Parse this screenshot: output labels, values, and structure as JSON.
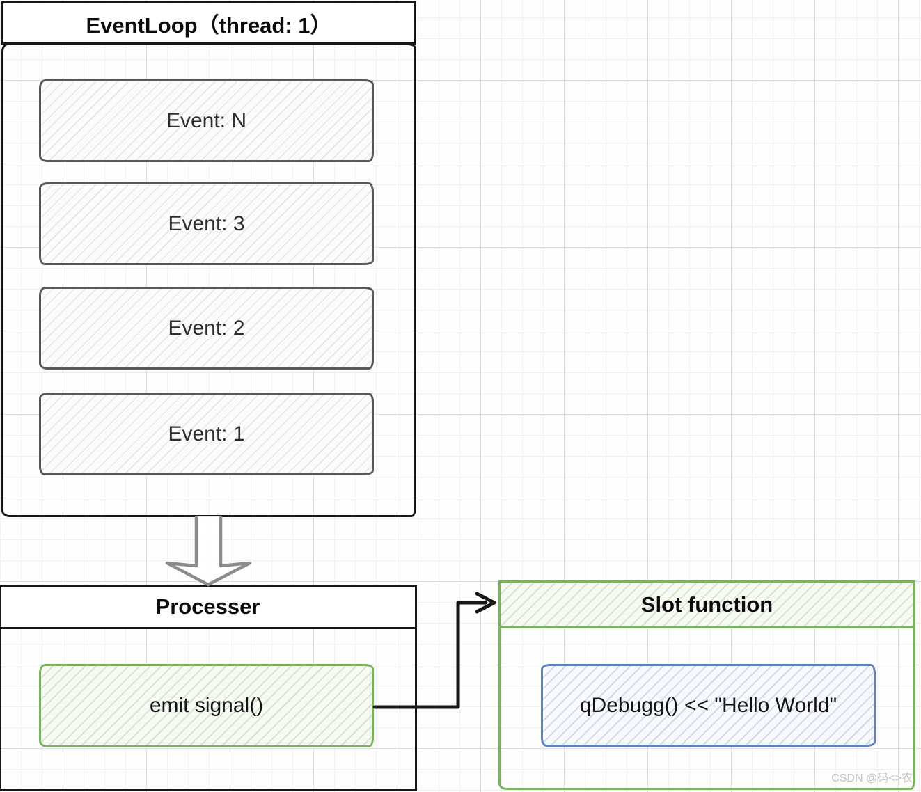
{
  "event_loop": {
    "title": "EventLoop（thread: 1）",
    "events": [
      {
        "label": "Event: N"
      },
      {
        "label": "Event: 3"
      },
      {
        "label": "Event: 2"
      },
      {
        "label": "Event: 1"
      }
    ]
  },
  "processer": {
    "title": "Processer",
    "emit_label": "emit signal()"
  },
  "slot_function": {
    "title": "Slot function",
    "code": "qDebugg() << \"Hello World\""
  },
  "icons": {
    "queue_to_processer": "down-arrow",
    "emit_to_slot": "right-angle-arrow"
  },
  "colors": {
    "outline_black": "#161616",
    "event_border_grey": "#595959",
    "accent_green": "#7cb161",
    "accent_blue": "#5f82b8",
    "grid_minor": "#f0f0f0",
    "grid_major": "#dedede",
    "watermark_grey": "#c4c4c4"
  },
  "watermark": "CSDN @码<>农"
}
